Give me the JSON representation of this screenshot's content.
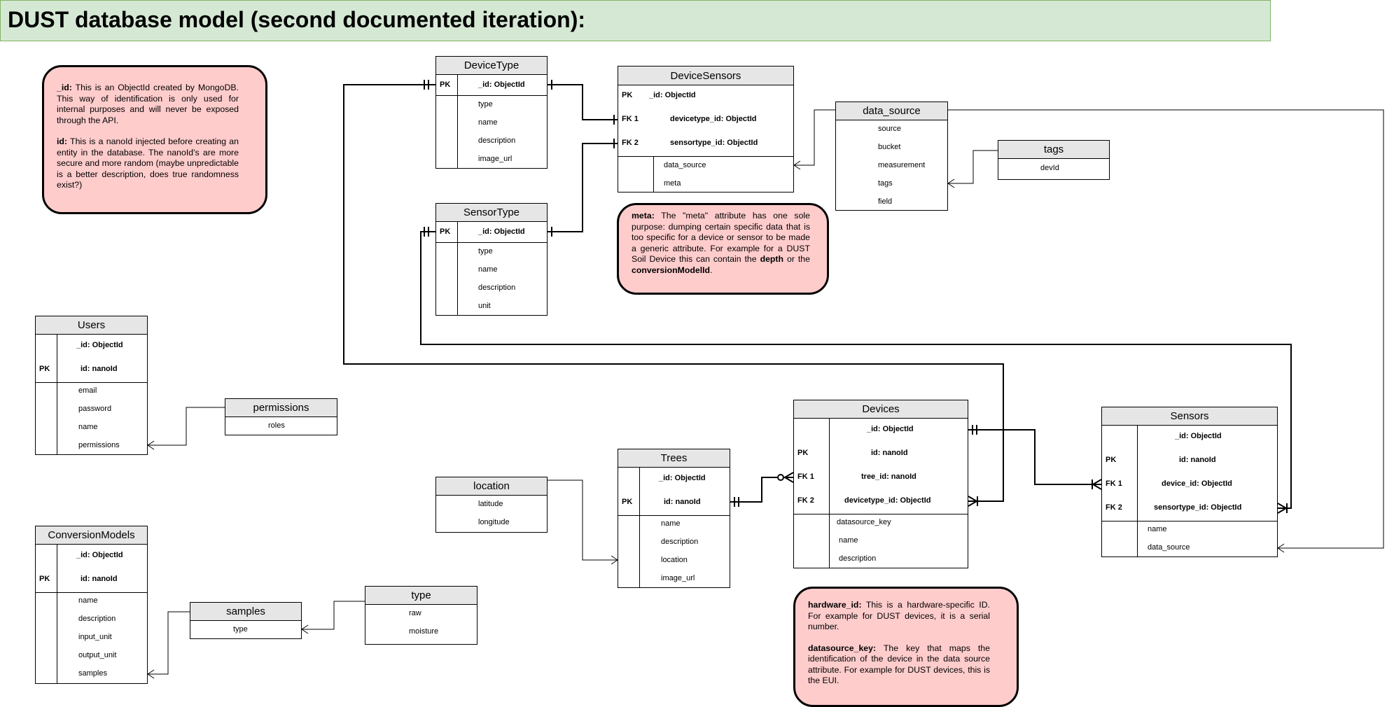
{
  "title": "DUST database model (second documented iteration):",
  "notes": {
    "id_note": {
      "p1_term": "_id:",
      "p1_text": " This is an ObjectId created by MongoDB. This way of identification is only used for internal purposes and will never be exposed through the API.",
      "p2_term": "id:",
      "p2_text": " This is a nanoId injected before creating an entity in the database. The nanoId's are more secure and more random (maybe unpredictable is a better description, does true randomness exist?)"
    },
    "meta_note": {
      "term": "meta:",
      "text1": " The \"meta\" attribute has one sole purpose: dumping certain specific data that is too specific for a device or sensor to be made a generic attribute. For example for a DUST Soil Device this can contain the ",
      "bold1": "depth",
      "text2": " or the ",
      "bold2": "conversionModelId",
      "text3": "."
    },
    "hardware_note": {
      "p1_term": "hardware_id:",
      "p1_text": " This is a hardware-specific ID. For example for DUST devices, it is a serial number.",
      "p2_term": "datasource_key:",
      "p2_text": " The key that maps the identification of the device in the data source attribute. For example for DUST devices, this is the EUI."
    }
  },
  "entities": {
    "devicetype": {
      "name": "DeviceType",
      "key_label": "PK",
      "key_field": "_id: ObjectId",
      "fields": [
        "type",
        "name",
        "description",
        "image_url"
      ]
    },
    "sensortype": {
      "name": "SensorType",
      "key_label": "PK",
      "key_field": "_id: ObjectId",
      "fields": [
        "type",
        "name",
        "description",
        "unit"
      ]
    },
    "devicesensors": {
      "name": "DeviceSensors",
      "keys": [
        {
          "label": "PK",
          "field": "_id: ObjectId"
        },
        {
          "label": "FK 1",
          "field": "devicetype_id: ObjectId"
        },
        {
          "label": "FK 2",
          "field": "sensortype_id: ObjectId"
        }
      ],
      "fields": [
        "data_source",
        "meta"
      ]
    },
    "data_source": {
      "name": "data_source",
      "fields": [
        "source",
        "bucket",
        "measurement",
        "tags",
        "field"
      ]
    },
    "tags": {
      "name": "tags",
      "fields": [
        "devId"
      ]
    },
    "users": {
      "name": "Users",
      "keys": [
        {
          "label": "",
          "field": "_id: ObjectId"
        },
        {
          "label": "PK",
          "field": "id: nanoId"
        }
      ],
      "fields": [
        "email",
        "password",
        "name",
        "permissions"
      ]
    },
    "permissions": {
      "name": "permissions",
      "fields": [
        "roles"
      ]
    },
    "conversionmodels": {
      "name": "ConversionModels",
      "keys": [
        {
          "label": "",
          "field": "_id: ObjectId"
        },
        {
          "label": "PK",
          "field": "id: nanoId"
        }
      ],
      "fields": [
        "name",
        "description",
        "input_unit",
        "output_unit",
        "samples"
      ]
    },
    "samples": {
      "name": "samples",
      "fields": [
        "type"
      ]
    },
    "type": {
      "name": "type",
      "fields": [
        "raw",
        "moisture"
      ]
    },
    "location": {
      "name": "location",
      "fields": [
        "latitude",
        "longitude"
      ]
    },
    "trees": {
      "name": "Trees",
      "keys": [
        {
          "label": "",
          "field": "_id: ObjectId"
        },
        {
          "label": "PK",
          "field": "id: nanoId"
        }
      ],
      "fields": [
        "name",
        "description",
        "location",
        "image_url"
      ]
    },
    "devices": {
      "name": "Devices",
      "keys": [
        {
          "label": "",
          "field": "_id: ObjectId"
        },
        {
          "label": "PK",
          "field": "id: nanoId"
        },
        {
          "label": "FK 1",
          "field": "tree_id: nanoId"
        },
        {
          "label": "FK 2",
          "field": "devicetype_id: ObjectId"
        }
      ],
      "fields": [
        "datasource_key",
        "name",
        "description"
      ]
    },
    "sensors": {
      "name": "Sensors",
      "keys": [
        {
          "label": "",
          "field": "_id: ObjectId"
        },
        {
          "label": "PK",
          "field": "id: nanoId"
        },
        {
          "label": "FK 1",
          "field": "device_id: ObjectId"
        },
        {
          "label": "FK 2",
          "field": "sensortype_id: ObjectId"
        }
      ],
      "fields": [
        "name",
        "data_source"
      ]
    }
  }
}
